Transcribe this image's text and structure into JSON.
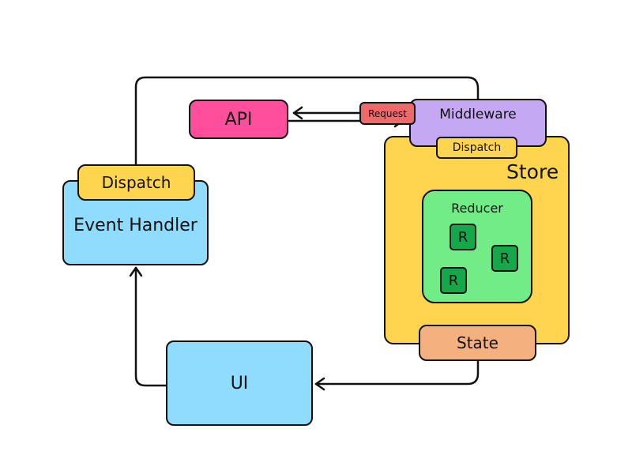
{
  "diagram": {
    "store_label": "Store",
    "middleware_label": "Middleware",
    "middleware_dispatch_label": "Dispatch",
    "request_label": "Request",
    "api_label": "API",
    "reducer_label": "Reducer",
    "reducer_items": [
      "R",
      "R",
      "R"
    ],
    "state_label": "State",
    "event_dispatch_label": "Dispatch",
    "event_handler_label": "Event Handler",
    "ui_label": "UI"
  },
  "colors": {
    "store": "#ffd54f",
    "middleware": "#c5a8f3",
    "request": "#ee6a6a",
    "api": "#ff4f9c",
    "reducer": "#72ec86",
    "reducer_item": "#14a84a",
    "state": "#f4b07f",
    "event_handler": "#8fdcff",
    "ui": "#8fdcff",
    "dispatch": "#ffd54f"
  }
}
